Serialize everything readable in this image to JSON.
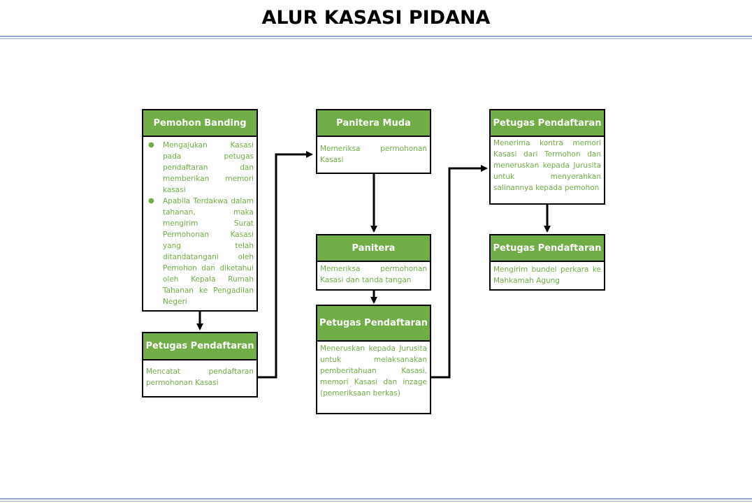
{
  "title": "ALUR KASASI PIDANA",
  "colors": {
    "header_fill": "#70ad47",
    "body_text": "#70ad47",
    "border": "#000000",
    "rule": "#8ea9c8"
  },
  "boxes": {
    "pemohon_banding": {
      "header": "Pemohon Banding",
      "items": [
        "Mengajukan Kasasi pada petugas pendaftaran dan memberikan memori kasasi",
        "Apabila Terdakwa dalam tahanan, maka mengirim Surat Permohonan Kasasi yang telah ditandatangani oleh Pemohon dan diketahui oleh Kepala Rumah Tahanan ke Pengadilan Negeri"
      ]
    },
    "petugas_pendaftaran_1": {
      "header": "Petugas Pendaftaran",
      "body": "Mencatat pendaftaran permohonan Kasasi"
    },
    "panitera_muda": {
      "header": "Panitera Muda",
      "body": "Memeriksa permohonan Kasasi"
    },
    "panitera": {
      "header": "Panitera",
      "body": "Memeriksa permohonan Kasasi dan tanda tangan"
    },
    "petugas_pendaftaran_2": {
      "header": "Petugas Pendaftaran",
      "body": "Meneruskan kepada Jurusita untuk melaksanakan pemberitahuan Kasasi, memori Kasasi dan inzage (pemeriksaan berkas)"
    },
    "petugas_pendaftaran_3": {
      "header": "Petugas Pendaftaran",
      "body": "Menerima kontra memori Kasasi dari Termohon dan meneruskan kepada Jurusita untuk menyerahkan salinannya kepada pemohon"
    },
    "petugas_pendaftaran_4": {
      "header": "Petugas Pendaftaran",
      "body": "Mengirim bundel perkara ke Mahkamah Agung"
    }
  },
  "connectors": [
    [
      "pemohon_banding",
      "petugas_pendaftaran_1"
    ],
    [
      "petugas_pendaftaran_1",
      "panitera_muda"
    ],
    [
      "panitera_muda",
      "panitera"
    ],
    [
      "panitera",
      "petugas_pendaftaran_2"
    ],
    [
      "petugas_pendaftaran_2",
      "petugas_pendaftaran_3"
    ],
    [
      "petugas_pendaftaran_3",
      "petugas_pendaftaran_4"
    ]
  ]
}
